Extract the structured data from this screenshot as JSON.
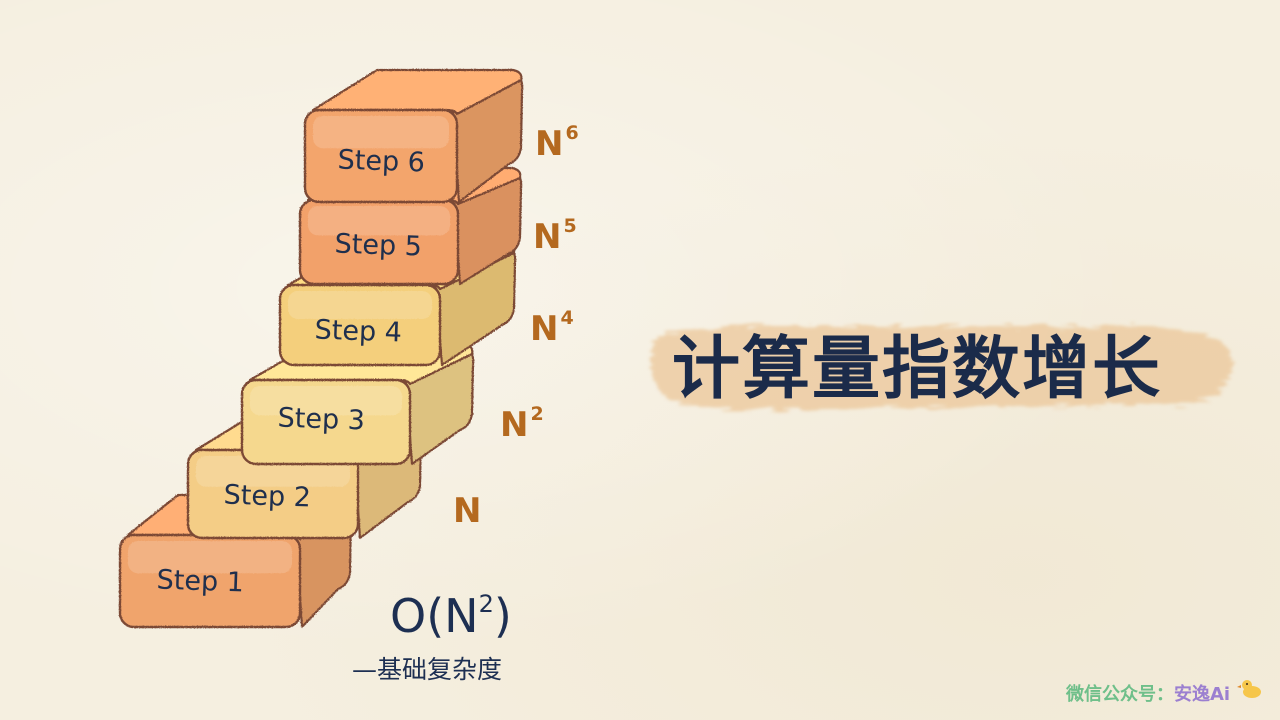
{
  "steps": [
    {
      "label": "Step 1",
      "color": "#f0a46c"
    },
    {
      "label": "Step 2",
      "color": "#f4cd86"
    },
    {
      "label": "Step 3",
      "color": "#f5d88e"
    },
    {
      "label": "Step 4",
      "color": "#f4cf7c"
    },
    {
      "label": "Step 5",
      "color": "#f2a16a"
    },
    {
      "label": "Step 6",
      "color": "#f3a56c"
    }
  ],
  "complexity_labels": [
    {
      "base": "N",
      "exponent": ""
    },
    {
      "base": "N",
      "exponent": "2"
    },
    {
      "base": "N",
      "exponent": "4"
    },
    {
      "base": "N",
      "exponent": "5"
    },
    {
      "base": "N",
      "exponent": "6"
    }
  ],
  "big_o": {
    "main": "O(N",
    "exponent": "2",
    "close": ")",
    "subtitle": "—基础复杂度"
  },
  "headline": "计算量指数增长",
  "watermark": {
    "prefix": "微信公众号：",
    "brand": "安逸Ai"
  },
  "colors": {
    "headline_text": "#1b2b4a",
    "headline_highlight": "#ecc79a",
    "power_labels": "#b4691f",
    "outline": "#7b4a36"
  }
}
